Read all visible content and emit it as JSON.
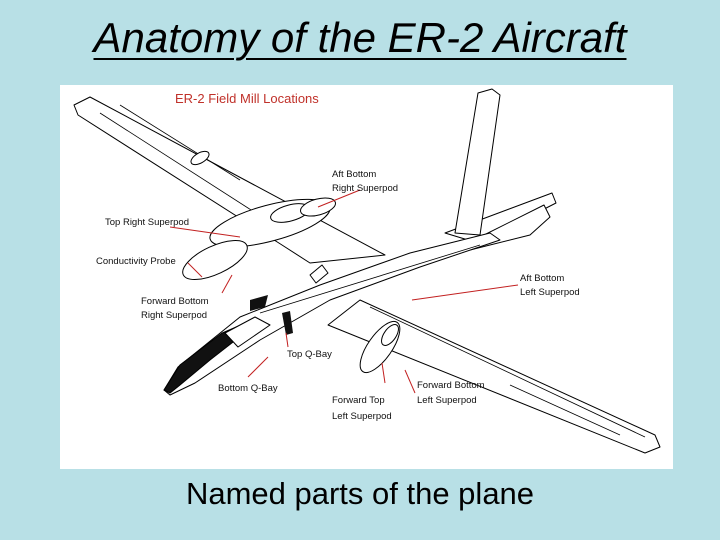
{
  "slide": {
    "title": "Anatomy of the ER-2 Aircraft",
    "caption": "Named parts of the plane"
  },
  "diagram": {
    "title": "ER-2 Field Mill Locations",
    "labels": {
      "aft_bottom_right_superpod": [
        "Aft Bottom",
        "Right Superpod"
      ],
      "top_right_superpod": "Top Right Superpod",
      "conductivity_probe": "Conductivity Probe",
      "forward_bottom_right_superpod": [
        "Forward Bottom",
        "Right Superpod"
      ],
      "aft_bottom_left_superpod": [
        "Aft Bottom",
        "Left Superpod"
      ],
      "top_q_bay": "Top Q-Bay",
      "bottom_q_bay": "Bottom Q-Bay",
      "forward_top_left_superpod": [
        "Forward Top",
        "Left Superpod"
      ],
      "forward_bottom_left_superpod": [
        "Forward Bottom",
        "Left Superpod"
      ]
    },
    "colors": {
      "leader_lines": "#c22020",
      "title_text": "#c0312a"
    }
  }
}
